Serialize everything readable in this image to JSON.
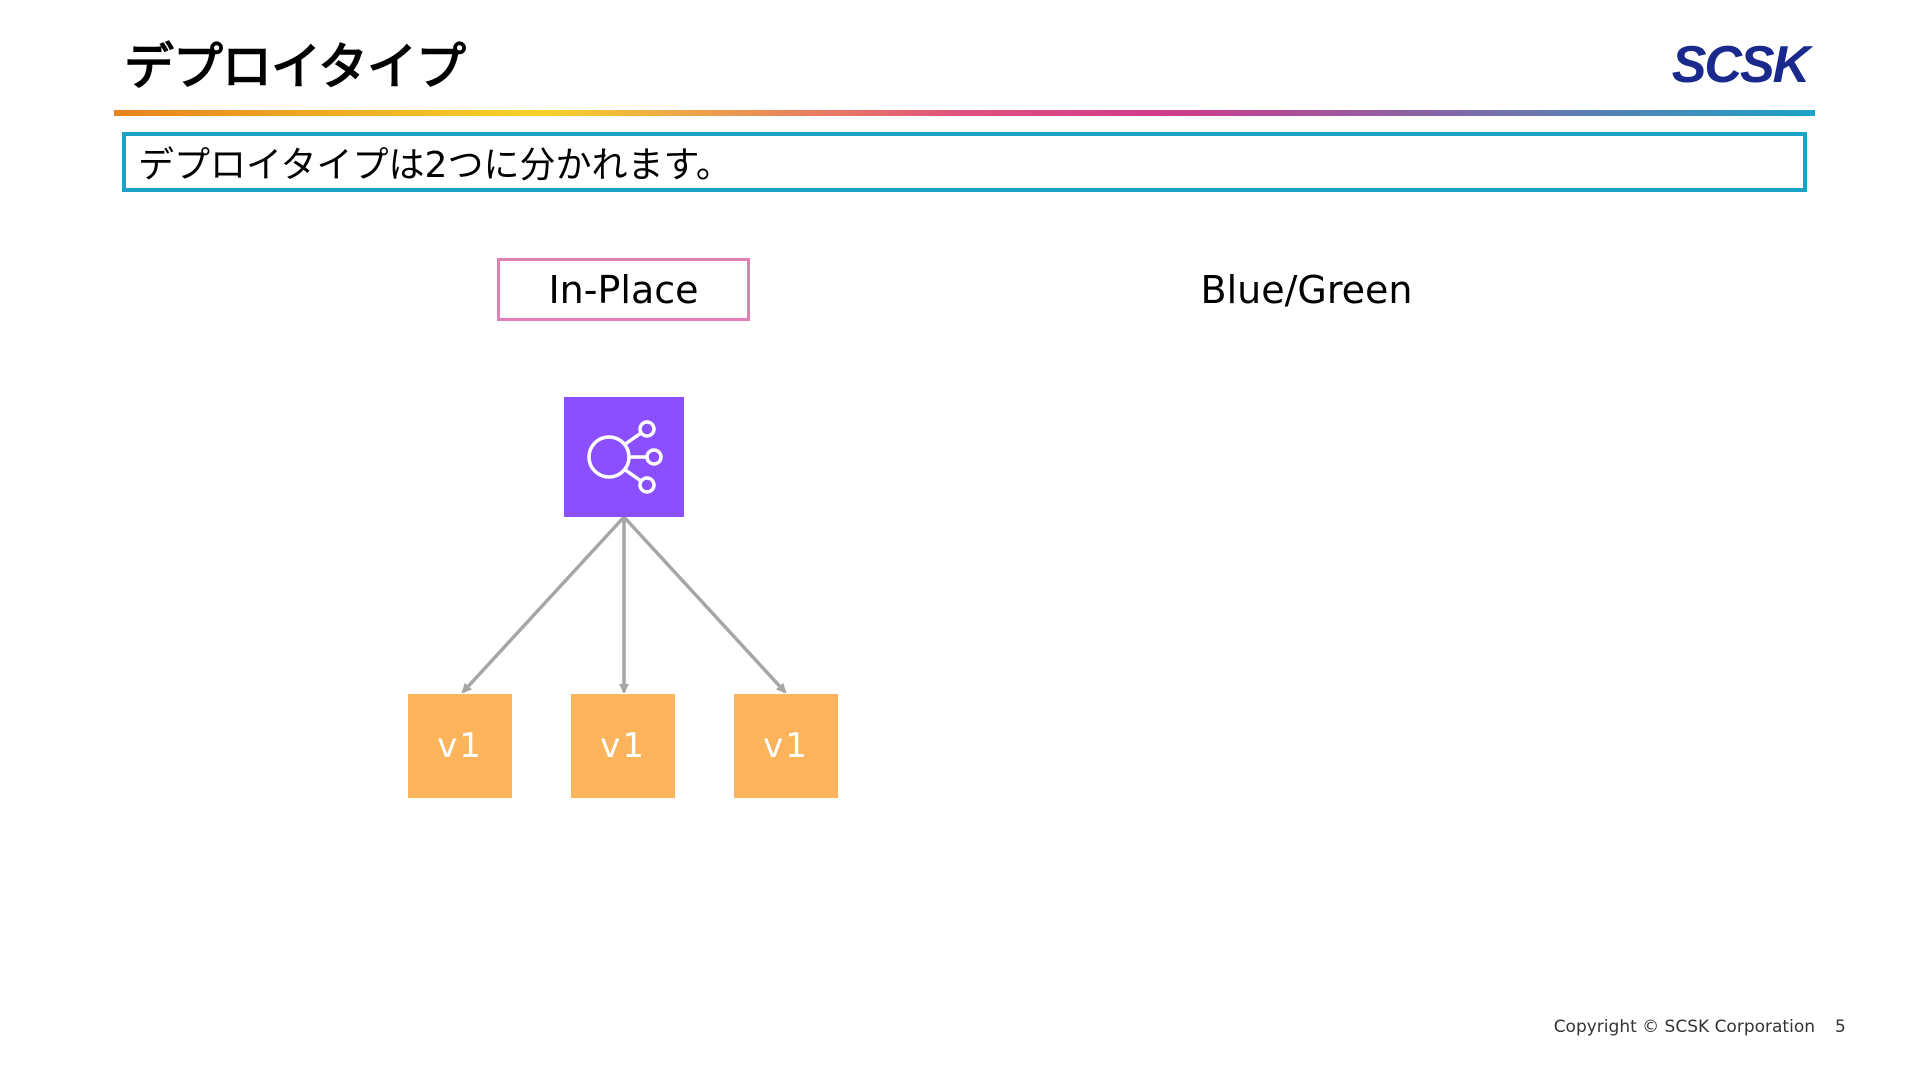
{
  "slide": {
    "title": "デプロイタイプ",
    "summary": "デプロイタイプは2つに分かれます。",
    "page_number": "5",
    "copyright": "Copyright © SCSK Corporation"
  },
  "logo": {
    "text": "SCSK",
    "color": "#1a2a8c"
  },
  "colors": {
    "title_rule_gradient": [
      "#e8821e",
      "#f5d22a",
      "#e0507e",
      "#d03b8c",
      "#1ba3c6"
    ],
    "summary_border": "#1ba3c6",
    "inplace_border": "#e080b4",
    "load_balancer": "#8c4fff",
    "instance_fill": "#fbb45c",
    "arrow": "#a6a6a6"
  },
  "deploy_types": {
    "in_place": "In-Place",
    "blue_green": "Blue/Green"
  },
  "diagram": {
    "load_balancer_icon": "load-balancer-icon",
    "instances": [
      {
        "label": "v1"
      },
      {
        "label": "v1"
      },
      {
        "label": "v1"
      }
    ]
  }
}
